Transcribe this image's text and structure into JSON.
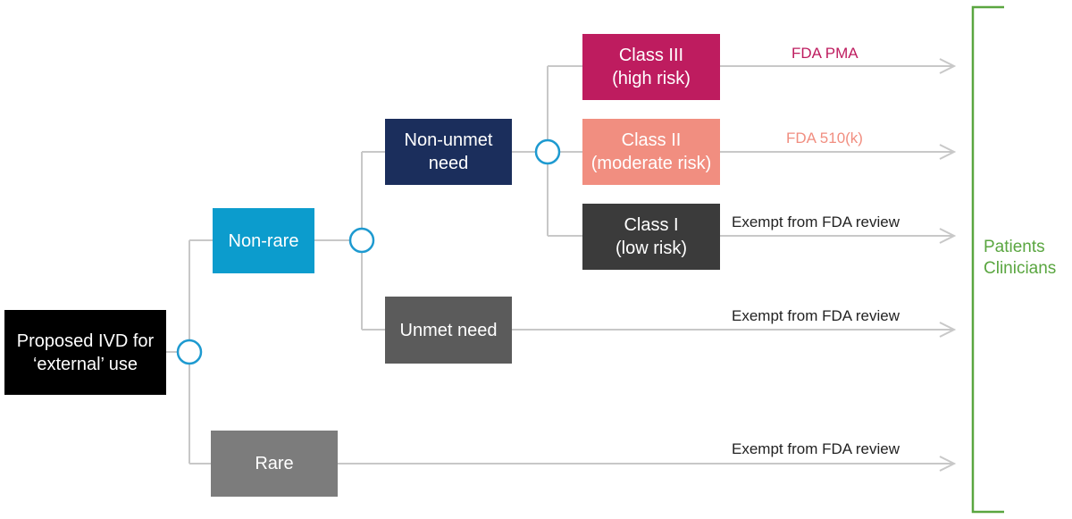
{
  "colors": {
    "connector": "#c8c8c8",
    "junction": "#1e9ad0",
    "bracket": "#5aa640"
  },
  "nodes": {
    "root": {
      "label": "Proposed IVD for\n‘external’ use",
      "color": "#000000"
    },
    "non_rare": {
      "label": "Non-rare",
      "color": "#0c9ccd"
    },
    "rare": {
      "label": "Rare",
      "color": "#7c7c7c"
    },
    "non_unmet": {
      "label": "Non-unmet\nneed",
      "color": "#1b2e5c"
    },
    "unmet": {
      "label": "Unmet need",
      "color": "#5b5b5b"
    },
    "class3": {
      "label": "Class III\n(high risk)",
      "color": "#be1c5f"
    },
    "class2": {
      "label": "Class II\n(moderate risk)",
      "color": "#f18e80"
    },
    "class1": {
      "label": "Class I\n(low risk)",
      "color": "#3b3b3b"
    }
  },
  "routes": {
    "class3": {
      "label": "FDA PMA",
      "color": "#be1c5f"
    },
    "class2": {
      "label": "FDA 510(k)",
      "color": "#f18e80"
    },
    "class1": {
      "label": "Exempt from FDA review",
      "color": "#222222"
    },
    "unmet": {
      "label": "Exempt from FDA review",
      "color": "#222222"
    },
    "rare": {
      "label": "Exempt from FDA review",
      "color": "#222222"
    }
  },
  "end_users": {
    "label": "Patients\nClinicians"
  }
}
